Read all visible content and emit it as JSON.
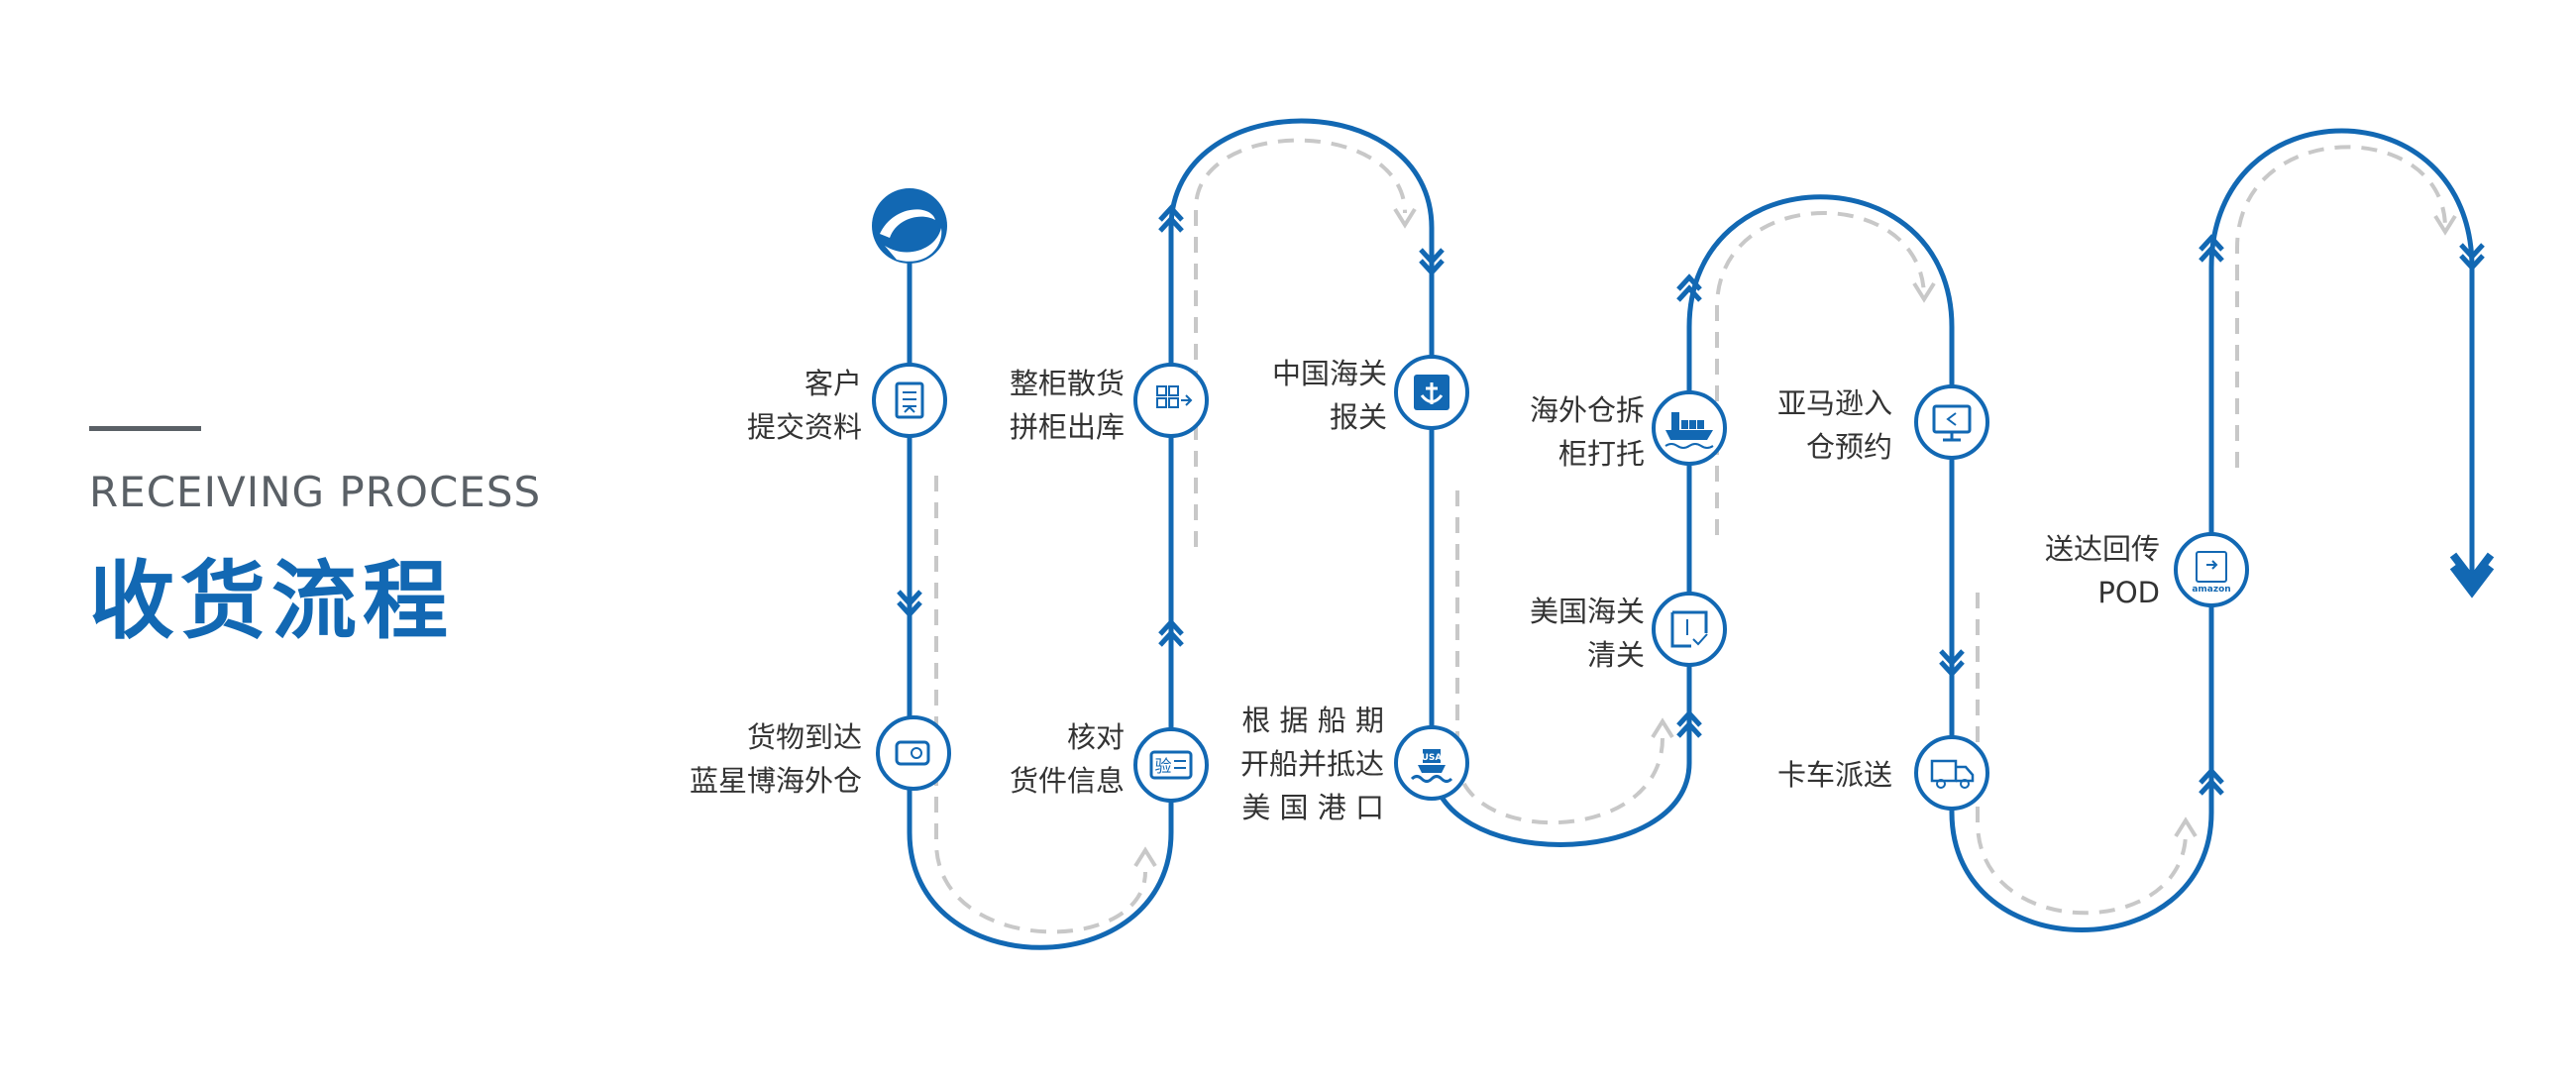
{
  "header": {
    "subtitle": "RECEIVING PROCESS",
    "title": "收货流程"
  },
  "colors": {
    "accent": "#1268b3",
    "dashed": "#c8c8c8",
    "text": "#333333",
    "subtitle": "#5a6066"
  },
  "logo": {
    "name": "company-logo"
  },
  "steps": [
    {
      "lines": [
        "客户",
        "提交资料"
      ],
      "icon": "document-upload-icon"
    },
    {
      "lines": [
        "货物到达",
        "蓝星博海外仓"
      ],
      "icon": "wallet-location-icon"
    },
    {
      "lines": [
        "核对",
        "货件信息"
      ],
      "icon": "id-card-verify-icon",
      "icon_text": "验"
    },
    {
      "lines": [
        "整柜散货",
        "拼柜出库"
      ],
      "icon": "grid-out-icon"
    },
    {
      "lines": [
        "中国海关",
        "报关"
      ],
      "icon": "anchor-customs-icon"
    },
    {
      "lines": [
        "根 据 船 期",
        "开船并抵达",
        "美 国 港 口"
      ],
      "icon": "ship-usa-icon",
      "icon_text": "USA"
    },
    {
      "lines": [
        "美国海关",
        "清关"
      ],
      "icon": "customs-check-icon"
    },
    {
      "lines": [
        "海外仓拆",
        "柜打托"
      ],
      "icon": "cargo-ship-icon"
    },
    {
      "lines": [
        "亚马逊入",
        "仓预约"
      ],
      "icon": "monitor-login-icon"
    },
    {
      "lines": [
        "卡车派送"
      ],
      "icon": "truck-delivery-icon"
    },
    {
      "lines": [
        "送达回传",
        "POD"
      ],
      "icon": "amazon-box-icon",
      "icon_text": "amazon"
    }
  ]
}
